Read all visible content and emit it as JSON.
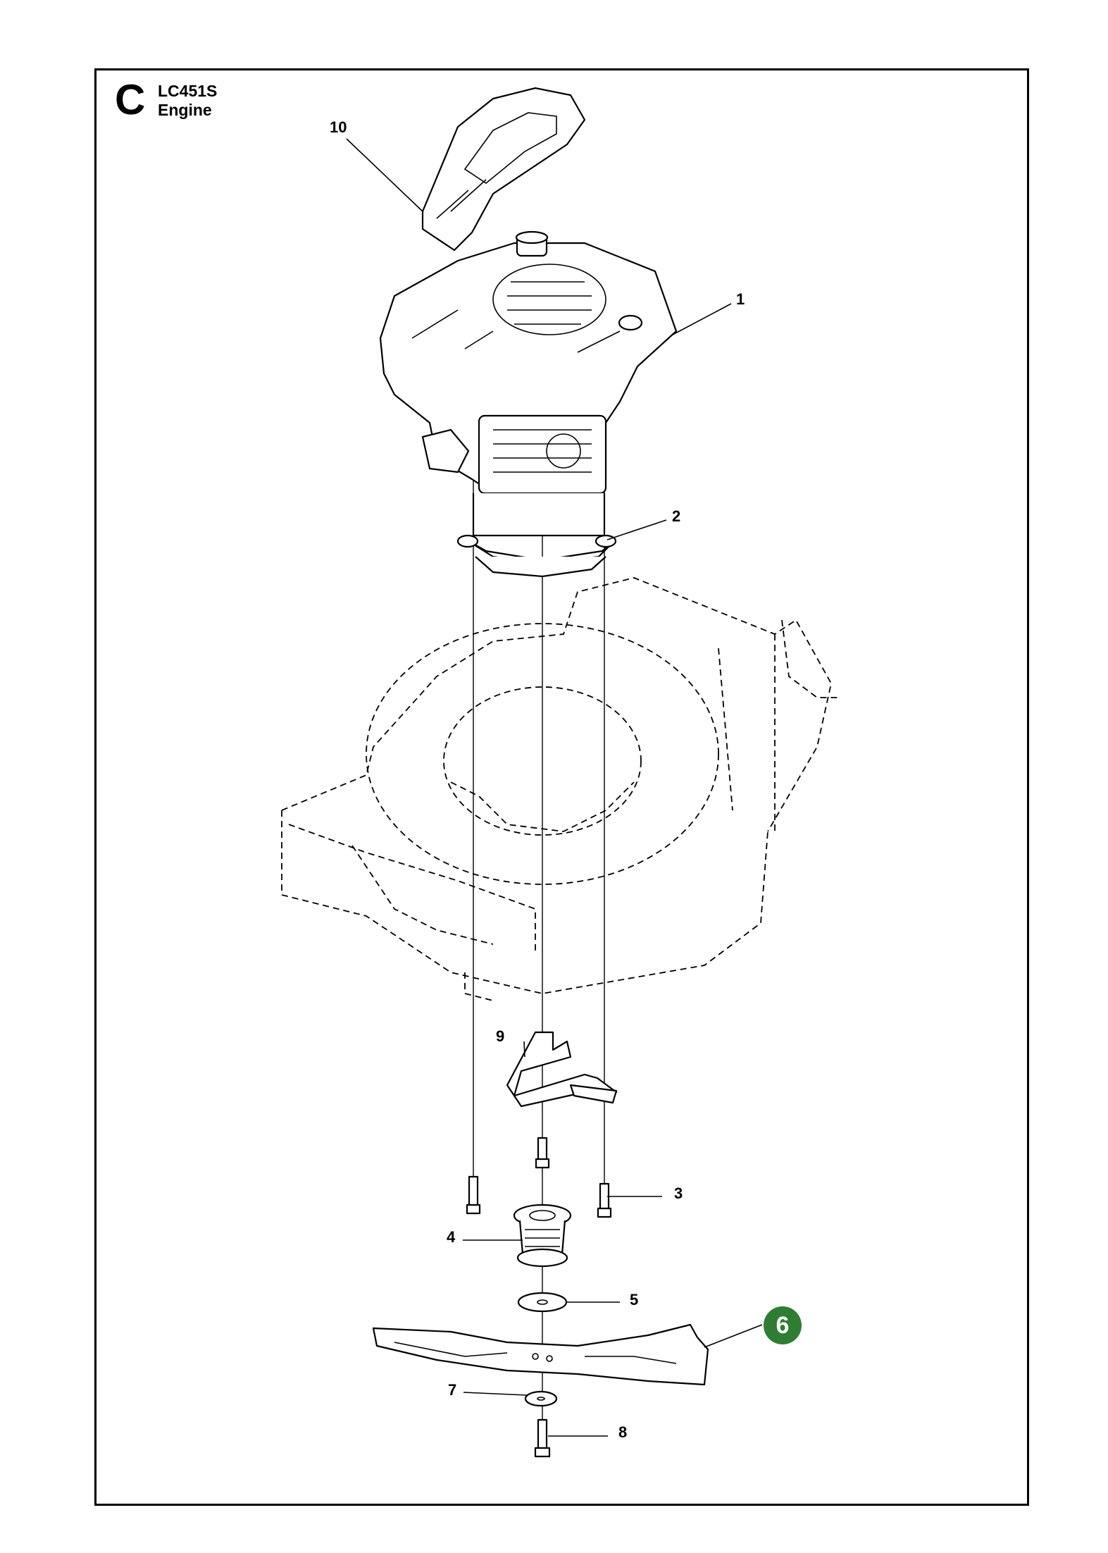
{
  "header": {
    "section_letter": "C",
    "model": "LC451S",
    "section": "Engine"
  },
  "callouts": [
    {
      "id": "1",
      "label": "1"
    },
    {
      "id": "2",
      "label": "2"
    },
    {
      "id": "3",
      "label": "3"
    },
    {
      "id": "4",
      "label": "4"
    },
    {
      "id": "5",
      "label": "5"
    },
    {
      "id": "6",
      "label": "6"
    },
    {
      "id": "7",
      "label": "7"
    },
    {
      "id": "8",
      "label": "8"
    },
    {
      "id": "9",
      "label": "9"
    },
    {
      "id": "10",
      "label": "10"
    }
  ],
  "highlight": {
    "label": "6",
    "color": "#2e7d32"
  }
}
